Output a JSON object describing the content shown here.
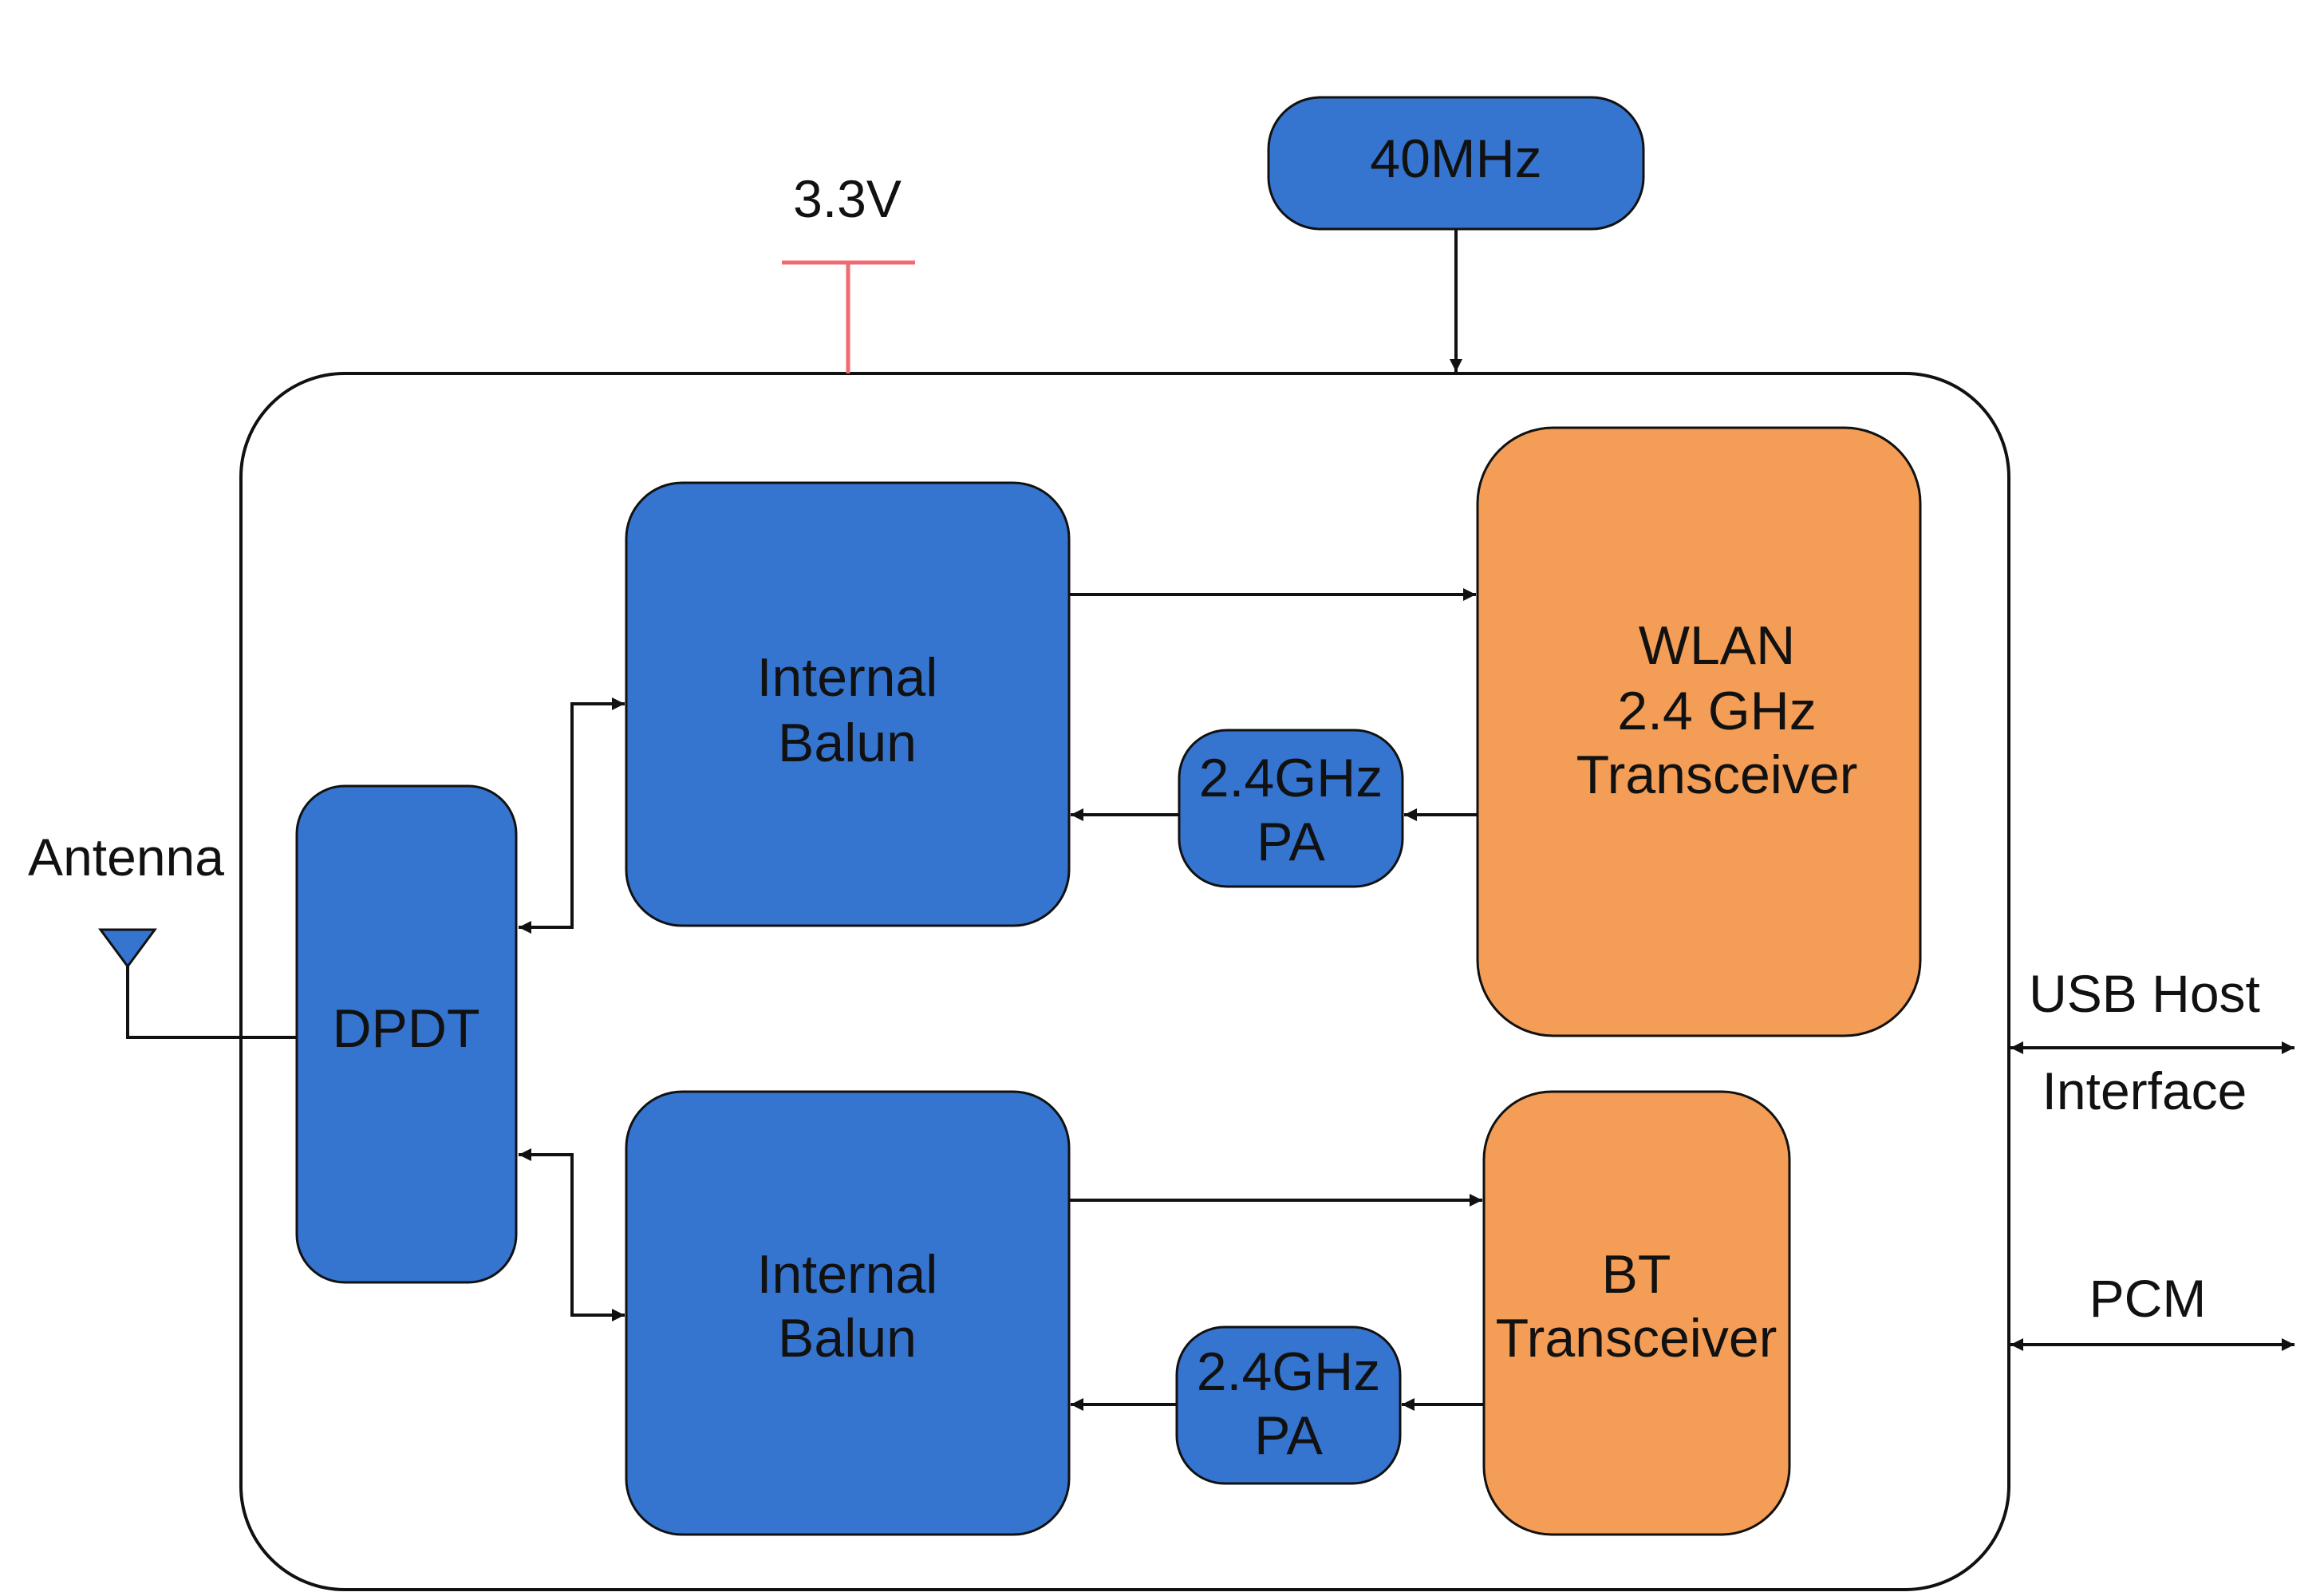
{
  "colors": {
    "blue_block": "#3575cf",
    "orange_block": "#f39d56",
    "power_line": "#f06a72",
    "stroke": "#111111"
  },
  "clock": {
    "label": "40MHz"
  },
  "power": {
    "label": "3.3V"
  },
  "antenna": {
    "label": "Antenna",
    "icon": "antenna-icon"
  },
  "dpdt": {
    "label": "DPDT"
  },
  "balun_top": {
    "line1": "Internal",
    "line2": "Balun"
  },
  "balun_bottom": {
    "line1": "Internal",
    "line2": "Balun"
  },
  "pa_top": {
    "line1": "2.4GHz",
    "line2": "PA"
  },
  "pa_bottom": {
    "line1": "2.4GHz",
    "line2": "PA"
  },
  "wlan": {
    "line1": "WLAN",
    "line2": "2.4 GHz",
    "line3": "Transceiver"
  },
  "bt": {
    "line1": "BT",
    "line2": "Transceiver"
  },
  "usb": {
    "line1": "USB Host",
    "line2": "Interface"
  },
  "pcm": {
    "label": "PCM"
  }
}
